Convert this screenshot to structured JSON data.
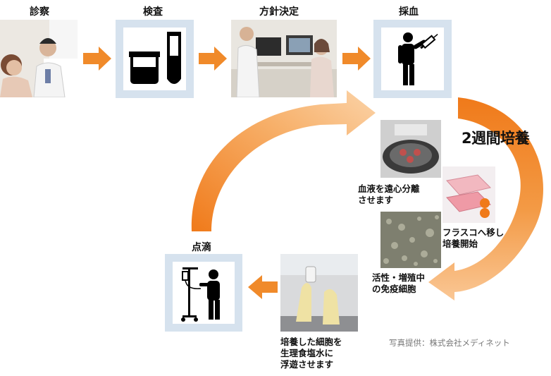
{
  "steps": {
    "consultation": {
      "label": "診察"
    },
    "examination": {
      "label": "検査"
    },
    "policy": {
      "label": "方針決定"
    },
    "blood_draw": {
      "label": "採血"
    },
    "infusion": {
      "label": "点滴"
    }
  },
  "cycle_label": "2週間培養",
  "captions": {
    "centrifuge": "血液を遠心分離\nさせます",
    "flask": "フラスコへ移し\n培養開始",
    "cells": "活性・増殖中\nの免疫細胞",
    "saline": "培養した細胞を\n生理食塩水に\n浮遊させます"
  },
  "credit": "写真提供：株式会社メディネット",
  "colors": {
    "accent": "#f08a2a",
    "accent_light": "#f8c287",
    "icon_frame": "#d6e2ee"
  }
}
